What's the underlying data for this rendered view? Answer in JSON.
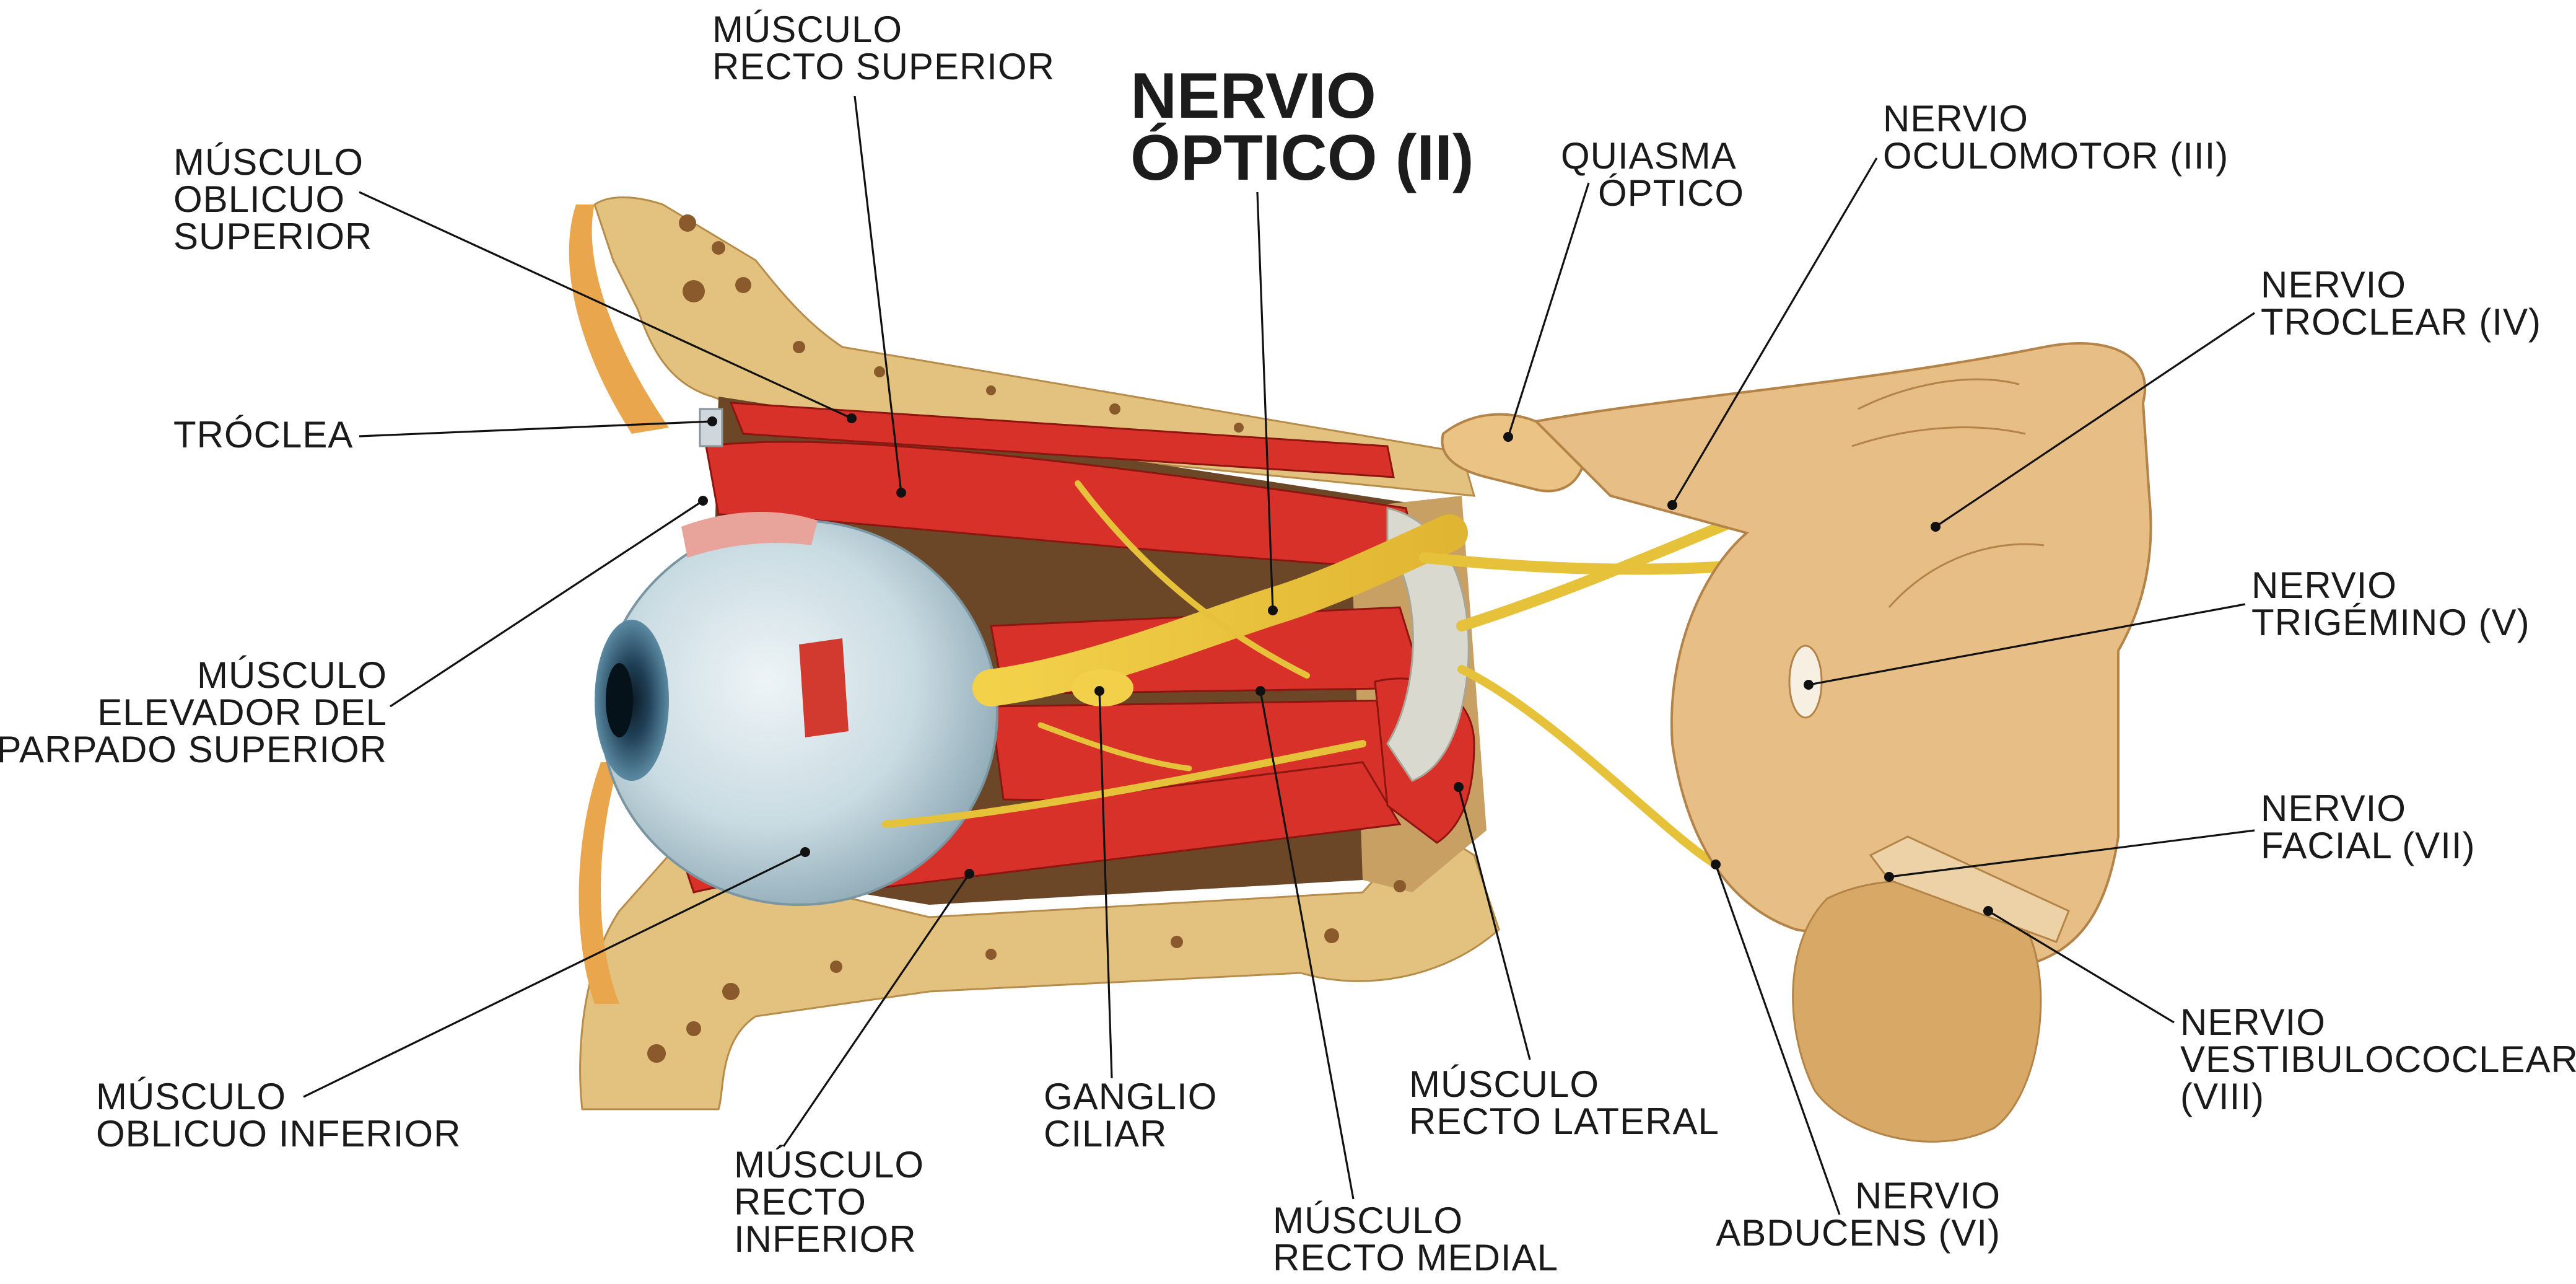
{
  "title": {
    "line1": "NERVIO",
    "line2": "ÓPTICO (II)"
  },
  "labels": {
    "recto_superior": [
      "MÚSCULO",
      "RECTO SUPERIOR"
    ],
    "oblicuo_superior": [
      "MÚSCULO",
      "OBLICUO",
      "SUPERIOR"
    ],
    "troclea": [
      "TRÓCLEA"
    ],
    "elevador": [
      "MÚSCULO",
      "ELEVADOR DEL",
      "PARPADO SUPERIOR"
    ],
    "oblicuo_inferior": [
      "MÚSCULO",
      "OBLICUO INFERIOR"
    ],
    "recto_inferior": [
      "MÚSCULO",
      "RECTO",
      "INFERIOR"
    ],
    "ganglio_ciliar": [
      "GANGLIO",
      "CILIAR"
    ],
    "recto_medial": [
      "MÚSCULO",
      "RECTO MEDIAL"
    ],
    "recto_lateral": [
      "MÚSCULO",
      "RECTO LATERAL"
    ],
    "quiasma": [
      "QUIASMA",
      "ÓPTICO"
    ],
    "oculomotor": [
      "NERVIO",
      "OCULOMOTOR (III)"
    ],
    "troclear": [
      "NERVIO",
      "TROCLEAR (IV)"
    ],
    "trigemino": [
      "NERVIO",
      "TRIGÉMINO (V)"
    ],
    "facial": [
      "NERVIO",
      "FACIAL (VII)"
    ],
    "vestibulococlear": [
      "NERVIO",
      "VESTIBULOCOCLEAR",
      "(VIII)"
    ],
    "abducens": [
      "NERVIO",
      "ABDUCENS (VI)"
    ]
  },
  "colors": {
    "muscle": "#d8312a",
    "nerve": "#e6c23a",
    "bone": "#e3c27f",
    "brainstem": "#e7be86",
    "eyeball": "#c9dbe2",
    "iris": "#2b4f66"
  },
  "image_parts": {
    "eyeball": "eyeball",
    "orbit": "orbit-bone",
    "brainstem": "brainstem"
  }
}
